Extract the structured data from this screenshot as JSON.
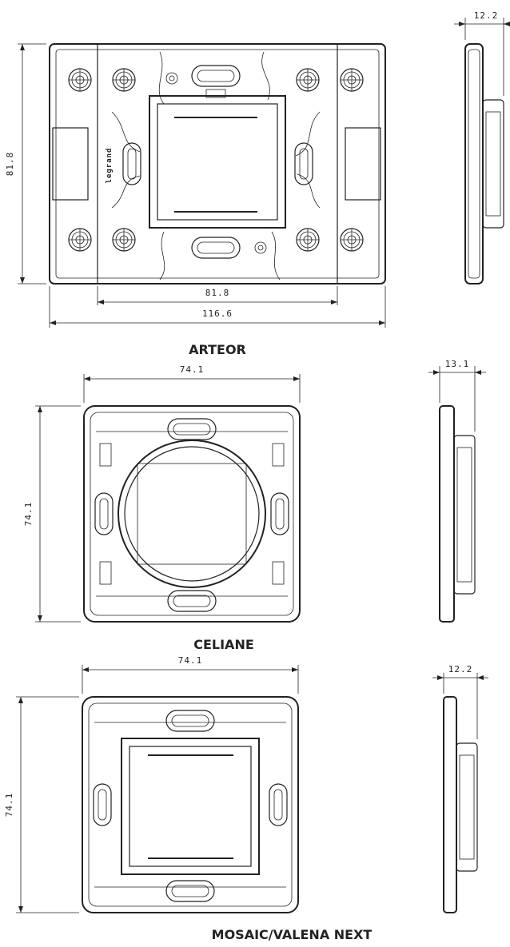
{
  "products": [
    {
      "name": "ARTEOR",
      "dims": {
        "height": "81.8",
        "inner_width": "81.8",
        "width": "116.6",
        "depth": "12.2"
      },
      "logo_text": "legrand"
    },
    {
      "name": "CELIANE",
      "dims": {
        "width": "74.1",
        "height": "74.1",
        "depth": "13.1"
      }
    },
    {
      "name": "MOSAIC/VALENA NEXT",
      "dims": {
        "width": "74.1",
        "height": "74.1",
        "depth": "12.2"
      }
    }
  ]
}
